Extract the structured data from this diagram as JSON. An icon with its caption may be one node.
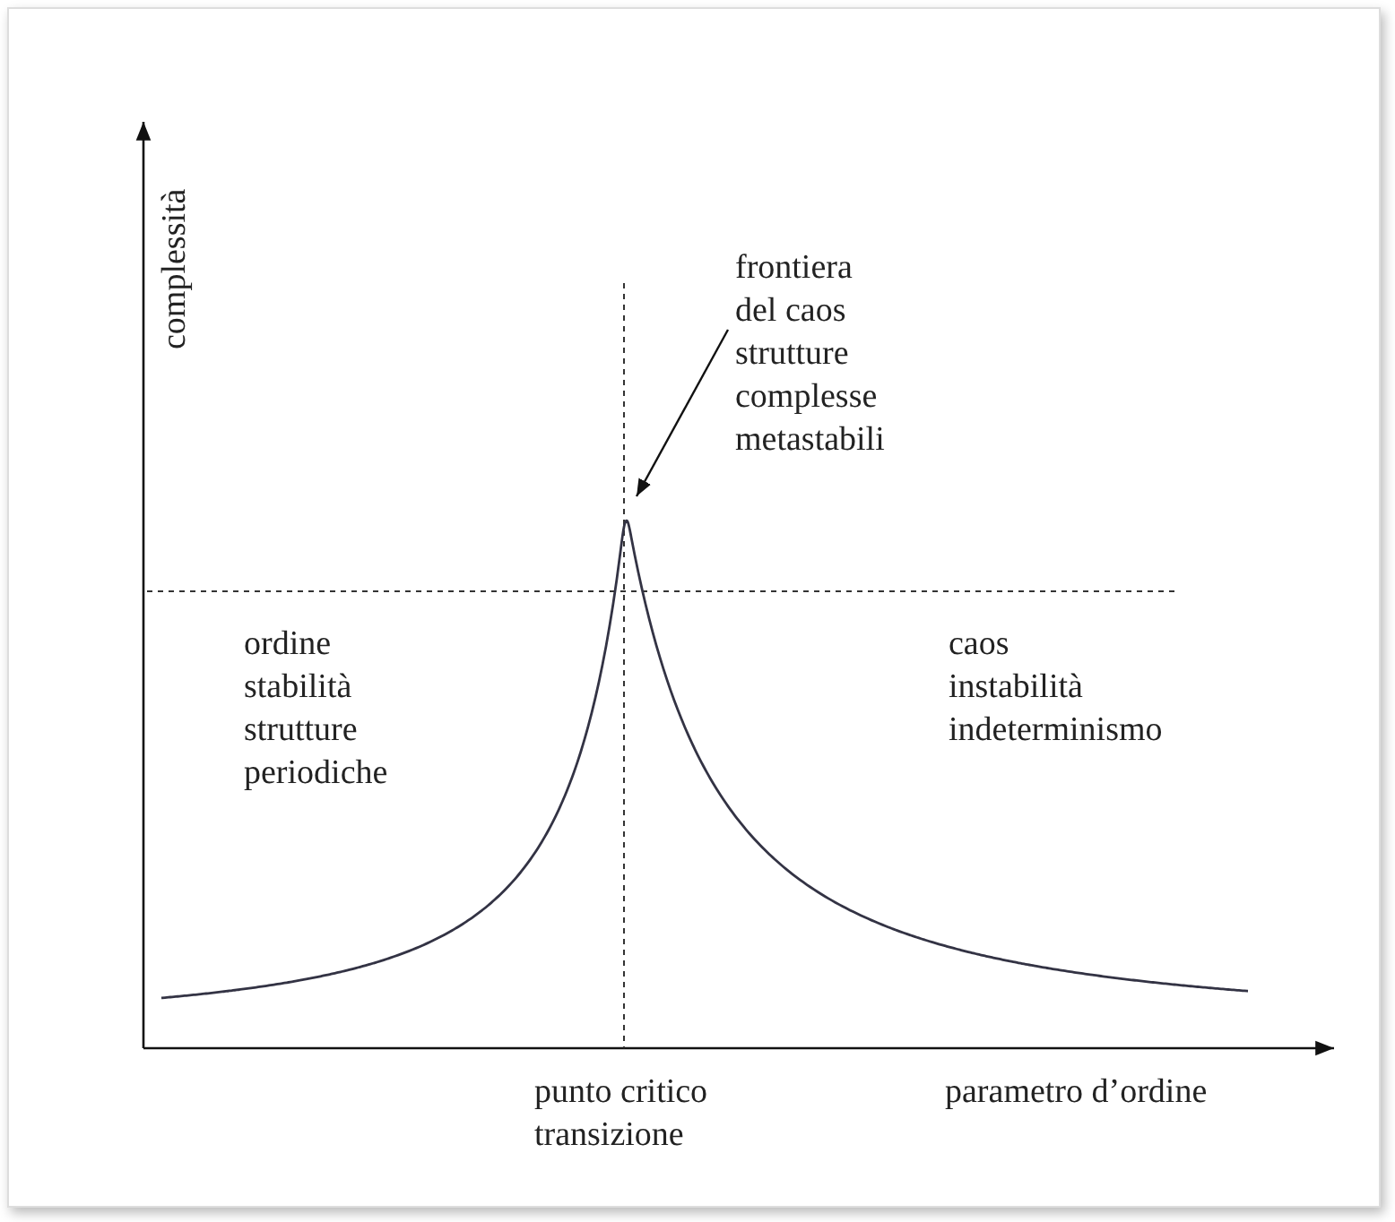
{
  "diagram": {
    "nodes": [
      {
        "text": [
          "frontiera del caos strutture complesse metastabili"
        ]
      },
      {
        "text": [],
        "shape": "curve"
      }
    ],
    "edges": [
      {
        "from": 0,
        "to": 1,
        "arrow": "to"
      }
    ],
    "labels": [
      "complessità",
      "ordine stabilità strutture periodiche",
      "caos instabilità indeterminismo",
      "punto critico transizione",
      "parametro d’ordine"
    ]
  }
}
